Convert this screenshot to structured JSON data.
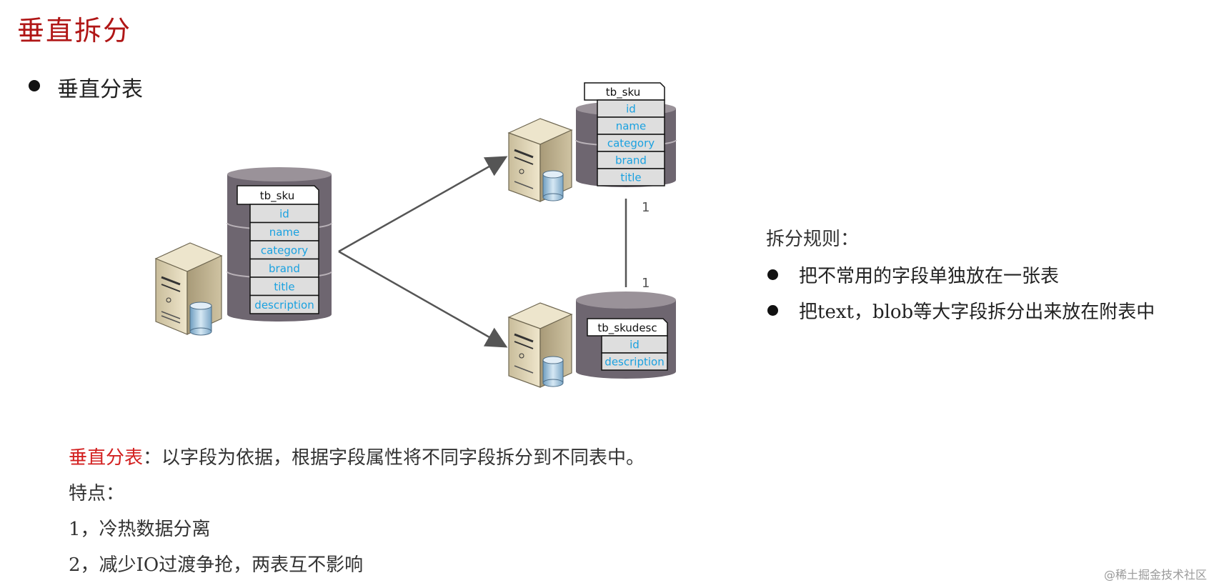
{
  "title": "垂直拆分",
  "bullet": "垂直分表",
  "diagram": {
    "source_table": {
      "name": "tb_sku",
      "fields": [
        "id",
        "name",
        "category",
        "brand",
        "title",
        "description"
      ]
    },
    "target_table_1": {
      "name": "tb_sku",
      "fields": [
        "id",
        "name",
        "category",
        "brand",
        "title"
      ]
    },
    "target_table_2": {
      "name": "tb_skudesc",
      "fields": [
        "id",
        "description"
      ]
    },
    "relation_label_top": "1",
    "relation_label_bottom": "1"
  },
  "rules": {
    "title": "拆分规则：",
    "items": [
      "把不常用的字段单独放在一张表",
      "把text，blob等大字段拆分出来放在附表中"
    ]
  },
  "definition": {
    "term": "垂直分表",
    "text": "：以字段为依据，根据字段属性将不同字段拆分到不同表中。"
  },
  "features": {
    "heading": "特点：",
    "items": [
      "1，冷热数据分离",
      "2，减少IO过渡争抢，两表互不影响"
    ]
  },
  "watermark": "@稀土掘金技术社区",
  "colors": {
    "title": "#b01616",
    "field_text": "#1aa1e0",
    "cylinder": "#6e6670",
    "field_bg": "#dedede"
  }
}
